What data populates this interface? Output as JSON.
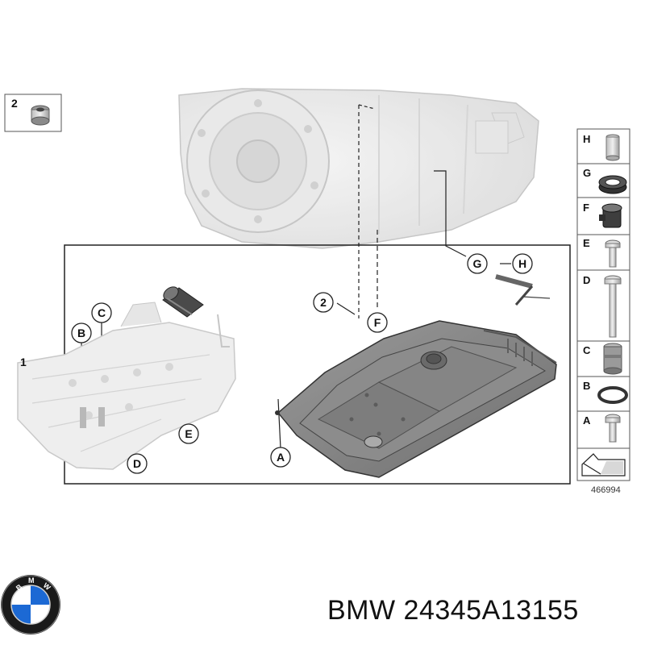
{
  "diagram": {
    "inset_label": "2",
    "main_label": "1",
    "callouts": {
      "c2": "2",
      "F": "F",
      "G": "G",
      "H": "H",
      "B": "B",
      "C": "C",
      "E": "E",
      "D": "D",
      "A": "A"
    },
    "legend_items": [
      "H",
      "G",
      "F",
      "E",
      "D",
      "C",
      "B",
      "A"
    ],
    "diagram_number": "466994"
  },
  "brand": {
    "logo_letters": "BMW",
    "logo_colors": {
      "blue": "#1c69d4",
      "white": "#ffffff",
      "black": "#111111"
    }
  },
  "caption": "BMW 24345A13155"
}
